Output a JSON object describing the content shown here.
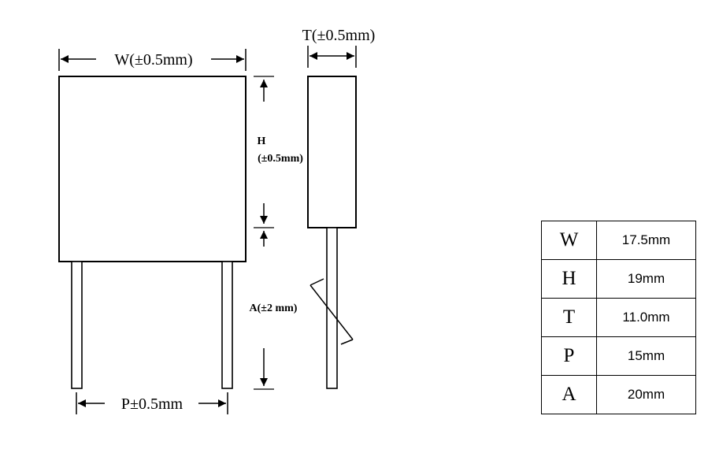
{
  "diagram": {
    "labels": {
      "width": "W(±0.5mm)",
      "thickness": "T(±0.5mm)",
      "height_letter": "H",
      "height_tol": "(±0.5mm)",
      "lead_length": "A(±2 mm)",
      "pitch": "P±0.5mm"
    }
  },
  "table": {
    "rows": [
      {
        "symbol": "W",
        "value": "17.5mm"
      },
      {
        "symbol": "H",
        "value": "19mm"
      },
      {
        "symbol": "T",
        "value": "11.0mm"
      },
      {
        "symbol": "P",
        "value": "15mm"
      },
      {
        "symbol": "A",
        "value": "20mm"
      }
    ]
  }
}
